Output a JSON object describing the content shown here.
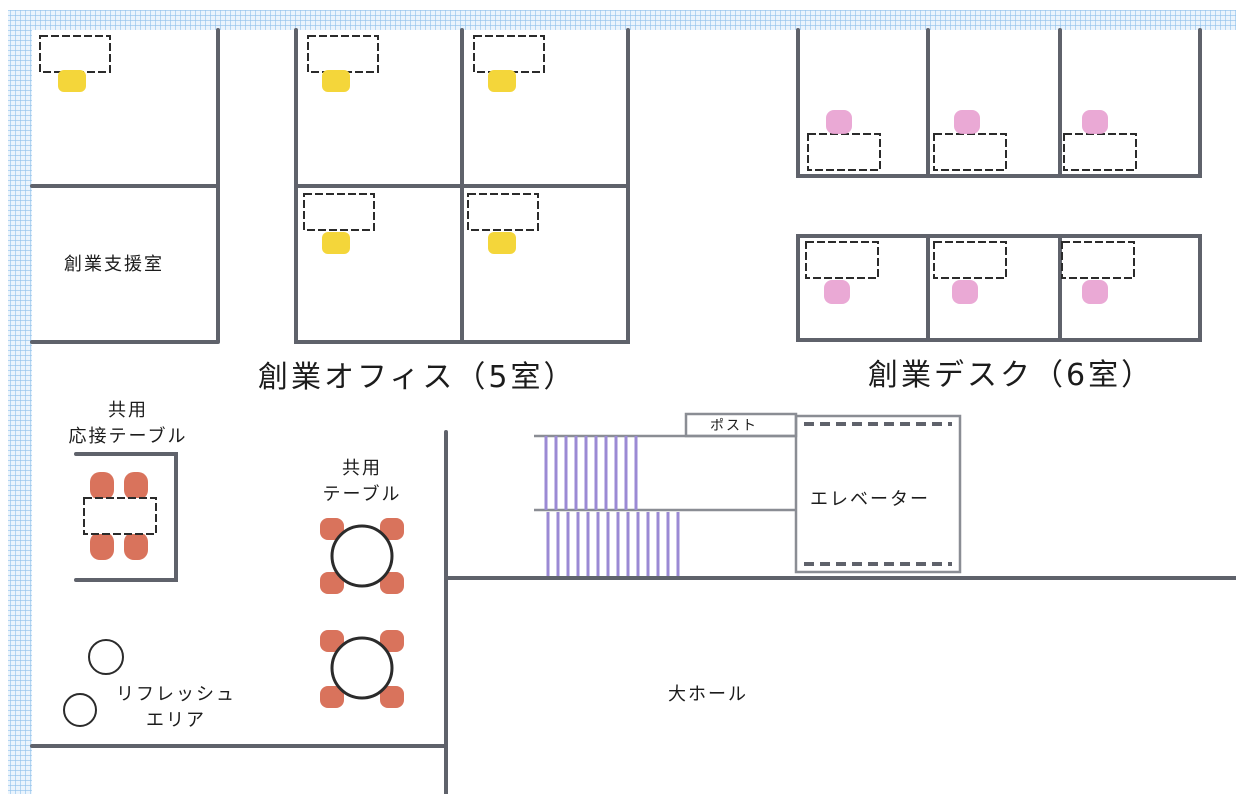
{
  "colors": {
    "wall": "#5f626b",
    "outer_wall": "#9ecbef",
    "office_chair": "#f4d63a",
    "desk_chair": "#e8a0d0",
    "lounge_chair": "#d9735c",
    "stairs": "#9b8ad4"
  },
  "labels": {
    "support_room": "創業支援室",
    "office_area": "創業オフィス（5室）",
    "desk_area": "創業デスク（6室）",
    "shared_meeting_line1": "共用",
    "shared_meeting_line2": "応接テーブル",
    "shared_table_line1": "共用",
    "shared_table_line2": "テーブル",
    "refresh_line1": "リフレッシュ",
    "refresh_line2": "エリア",
    "post": "ポスト",
    "elevator": "エレベーター",
    "hall": "大ホール"
  }
}
